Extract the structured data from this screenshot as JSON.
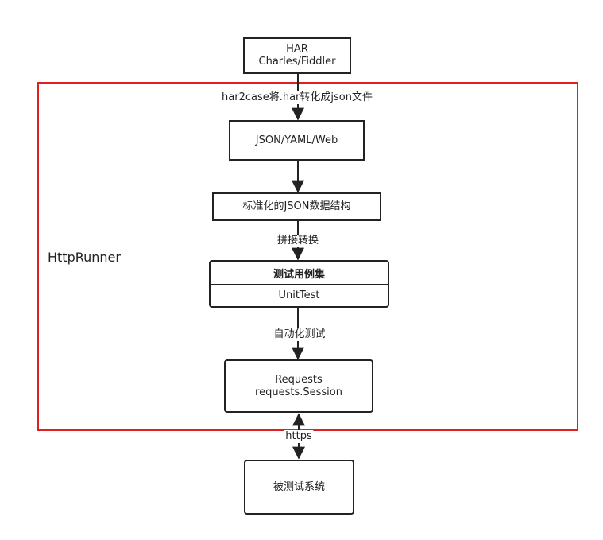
{
  "container": {
    "label": "HttpRunner",
    "border_color": "#e02020"
  },
  "nodes": {
    "source": {
      "line1": "HAR",
      "line2": "Charles/Fiddler"
    },
    "formats": {
      "label": "JSON/YAML/Web"
    },
    "normalized": {
      "label": "标准化的JSON数据结构"
    },
    "testcase": {
      "title": "测试用例集",
      "body": "UnitTest"
    },
    "requests": {
      "line1": "Requests",
      "line2": "requests.Session"
    },
    "system": {
      "label": "被测试系统"
    }
  },
  "edges": {
    "har2case": "har2case将.har转化成json文件",
    "splice": "拼接转换",
    "automate": "自动化测试",
    "https": "https"
  }
}
